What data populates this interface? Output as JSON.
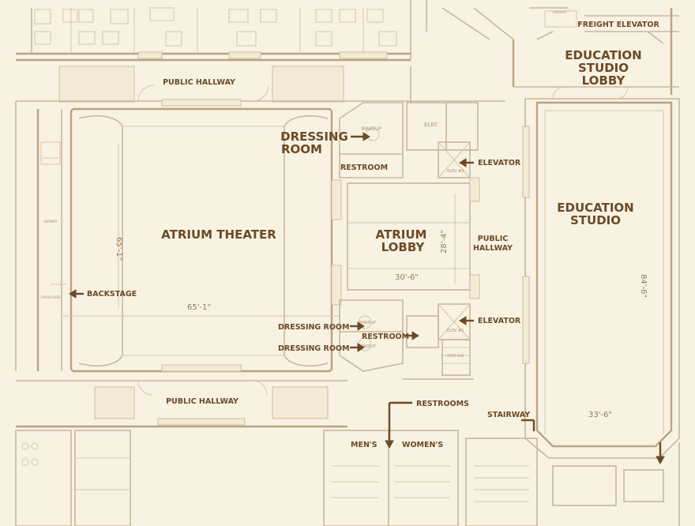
{
  "labels": {
    "freight_elevator": "FREIGHT ELEVATOR",
    "edu_lobby_1": "EDUCATION",
    "edu_lobby_2": "STUDIO",
    "edu_lobby_3": "LOBBY",
    "public_hallway_top": "PUBLIC HALLWAY",
    "public_hallway_bottom": "PUBLIC HALLWAY",
    "dressing_room_1": "DRESSING",
    "dressing_room_2": "ROOM",
    "restroom_top": "RESTROOM",
    "elevator_top": "ELEVATOR",
    "elevator_bottom": "ELEVATOR",
    "atrium_theater": "ATRIUM THEATER",
    "atrium_lobby_1": "ATRIUM",
    "atrium_lobby_2": "LOBBY",
    "public_hallway_mid_1": "PUBLIC",
    "public_hallway_mid_2": "HALLWAY",
    "education_studio_1": "EDUCATION",
    "education_studio_2": "STUDIO",
    "backstage": "BACKSTAGE",
    "dressing_room_a": "DRESSING ROOM",
    "dressing_room_b": "DRESSING ROOM",
    "restroom_mid": "RESTROOM",
    "restrooms": "RESTROOMS",
    "stairway": "STAIRWAY",
    "mens": "MEN'S",
    "womens": "WOMEN'S"
  },
  "small_text": {
    "makeup_top": "MAKEUP",
    "elec": "ELEC",
    "elev2": "ELEV #2",
    "elev1": "ELEV #1",
    "makeup_mid": "MAKEUP",
    "makeup_low": "MAKEUP",
    "stair": "STAIR #2B",
    "dimmer": "DIMMER",
    "crossover": "CROSSOVER"
  },
  "dimensions": {
    "theater_depth": "65'-1\"",
    "theater_width": "65'-1\"",
    "lobby_depth": "28'-4\"",
    "lobby_width": "30'-6\"",
    "studio_depth": "84'-6\"",
    "studio_width": "33'-6\""
  }
}
